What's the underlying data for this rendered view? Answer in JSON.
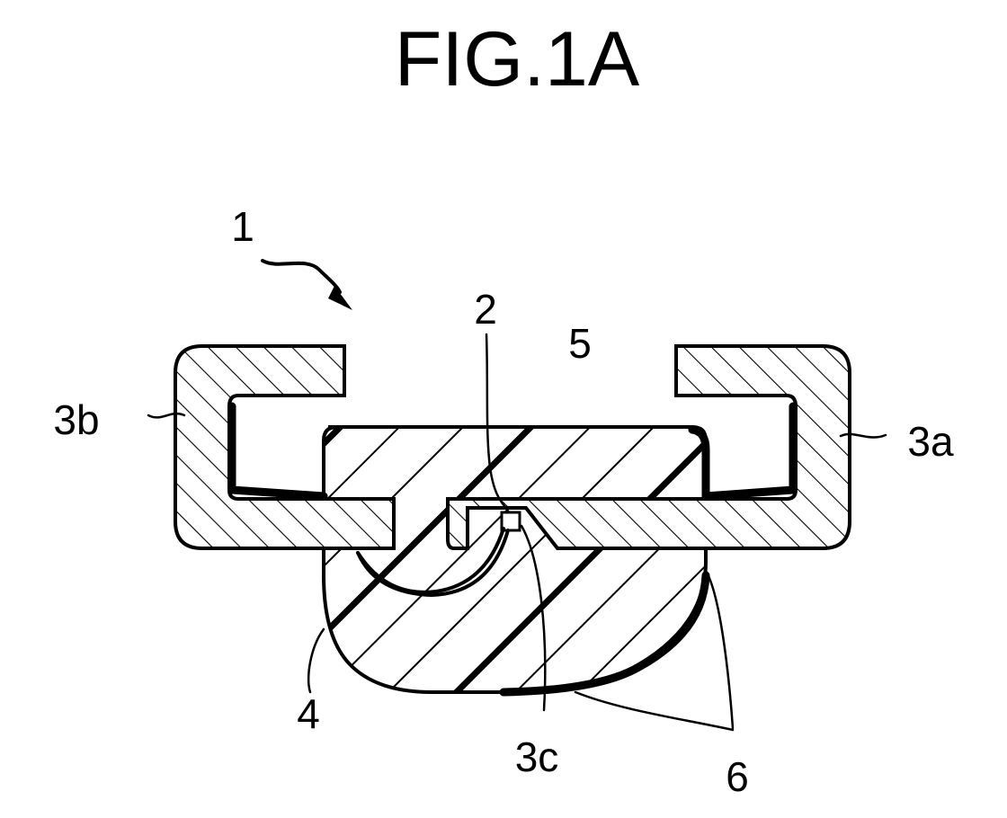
{
  "figure": {
    "title": "FIG.1A",
    "labels": {
      "assembly": "1",
      "element_2": "2",
      "element_3a": "3a",
      "element_3b": "3b",
      "element_3c": "3c",
      "element_4": "4",
      "element_5": "5",
      "element_6": "6"
    }
  }
}
